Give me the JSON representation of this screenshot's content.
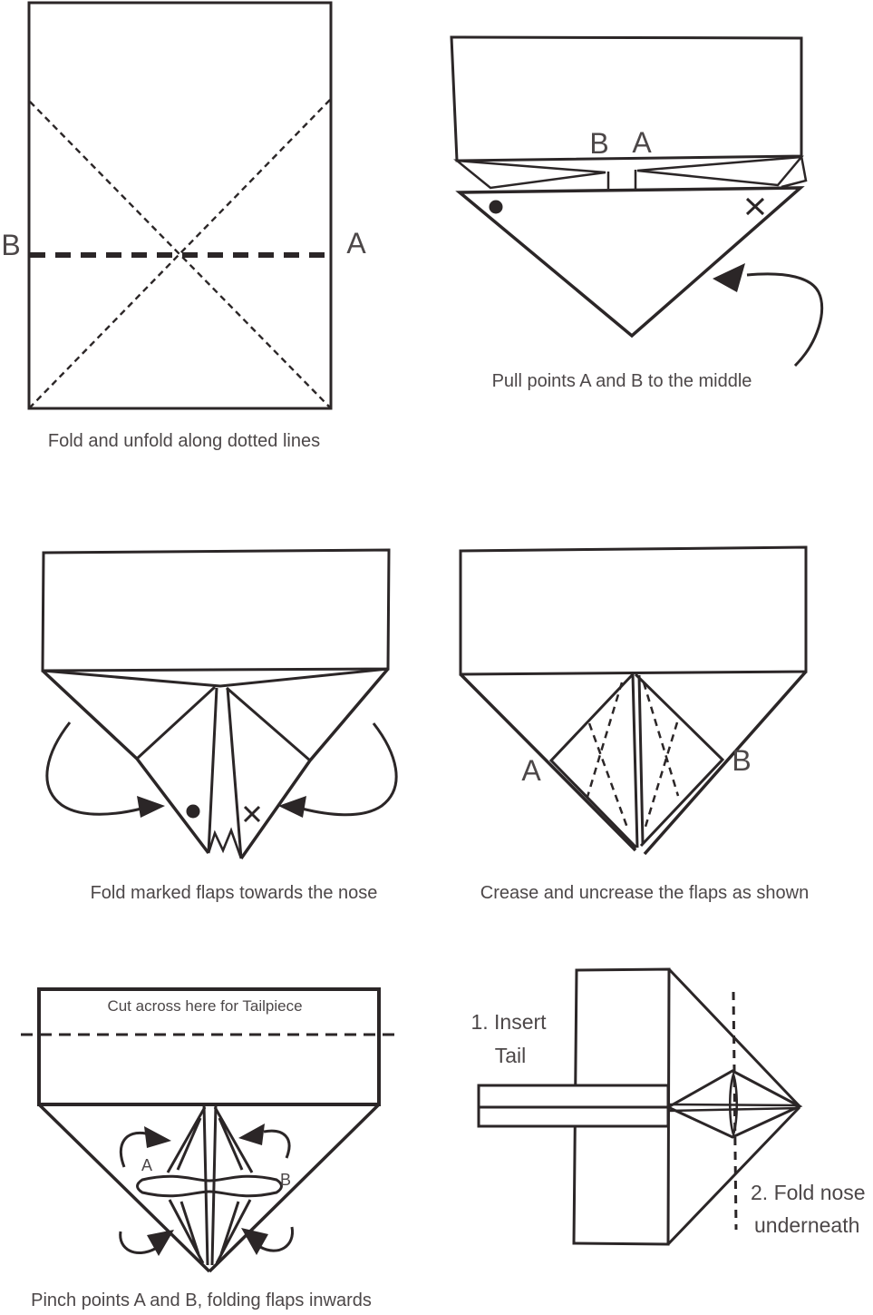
{
  "theme": {
    "paper": "#ffffff",
    "ink": "#2b2627",
    "text": "#4c4748"
  },
  "panels": {
    "step1": {
      "caption": "Fold and unfold along dotted lines",
      "label_b": "B",
      "label_a": "A"
    },
    "step2": {
      "caption": "Pull points A and B to the middle",
      "label_b": "B",
      "label_a": "A"
    },
    "step3": {
      "caption": "Fold marked flaps towards the nose"
    },
    "step4": {
      "caption": "Crease and uncrease the flaps as shown",
      "label_a": "A",
      "label_b": "B"
    },
    "step5": {
      "caption": "Pinch points A and B, folding flaps inwards",
      "cut_note": "Cut across here for Tailpiece",
      "label_a": "A",
      "label_b": "B"
    },
    "step6": {
      "insert_line1": "1. Insert",
      "insert_line2": "Tail",
      "fold_line1": "2. Fold nose",
      "fold_line2": "underneath"
    }
  }
}
